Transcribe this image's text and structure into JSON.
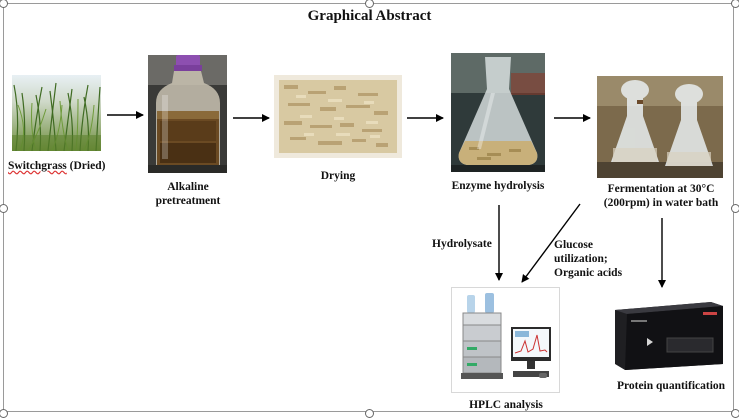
{
  "title": "Graphical Abstract",
  "steps": {
    "switchgrass": {
      "word": "Switchgrass",
      "rest": " (Dried)"
    },
    "alkaline": [
      "Alkaline",
      "pretreatment"
    ],
    "drying": "Drying",
    "enzyme": "Enzyme hydrolysis",
    "fermentation": [
      "Fermentation at 30°C",
      "(200rpm) in water bath"
    ],
    "hplc": "HPLC analysis",
    "protein": "Protein quantification"
  },
  "edge_labels": {
    "hydrolysate": "Hydrolysate",
    "glucose": [
      "Glucose",
      "utilization;",
      "Organic acids"
    ]
  },
  "colors": {
    "arrow": "#000000",
    "spellcheck_underline": "#d33333"
  }
}
